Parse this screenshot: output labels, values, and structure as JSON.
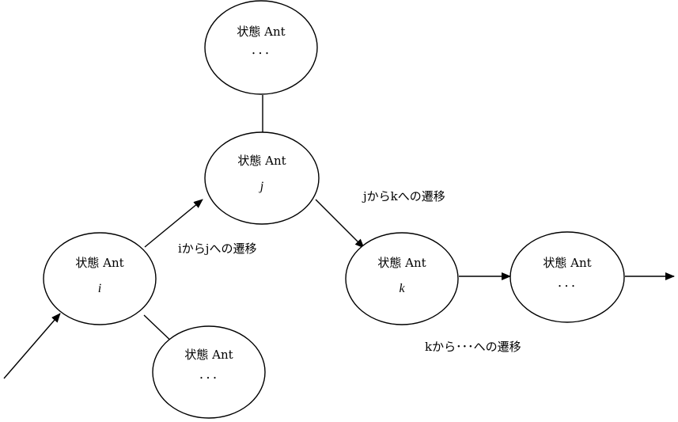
{
  "nodes": {
    "top_state": {
      "label": "状態 Ant",
      "sub": "･･･"
    },
    "state_j": {
      "label": "状態 Ant",
      "sub": "j"
    },
    "state_i": {
      "label": "状態 Ant",
      "sub": "i"
    },
    "lower_state": {
      "label": "状態 Ant",
      "sub": "･･･"
    },
    "state_k": {
      "label": "状態 Ant",
      "sub": "k"
    },
    "next_state": {
      "label": "状態 Ant",
      "sub": "･･･"
    }
  },
  "transitions": {
    "i_to_j": "iからjへの遷移",
    "j_to_k": "jからkへの遷移",
    "k_to_next": "kから･･･への遷移"
  }
}
